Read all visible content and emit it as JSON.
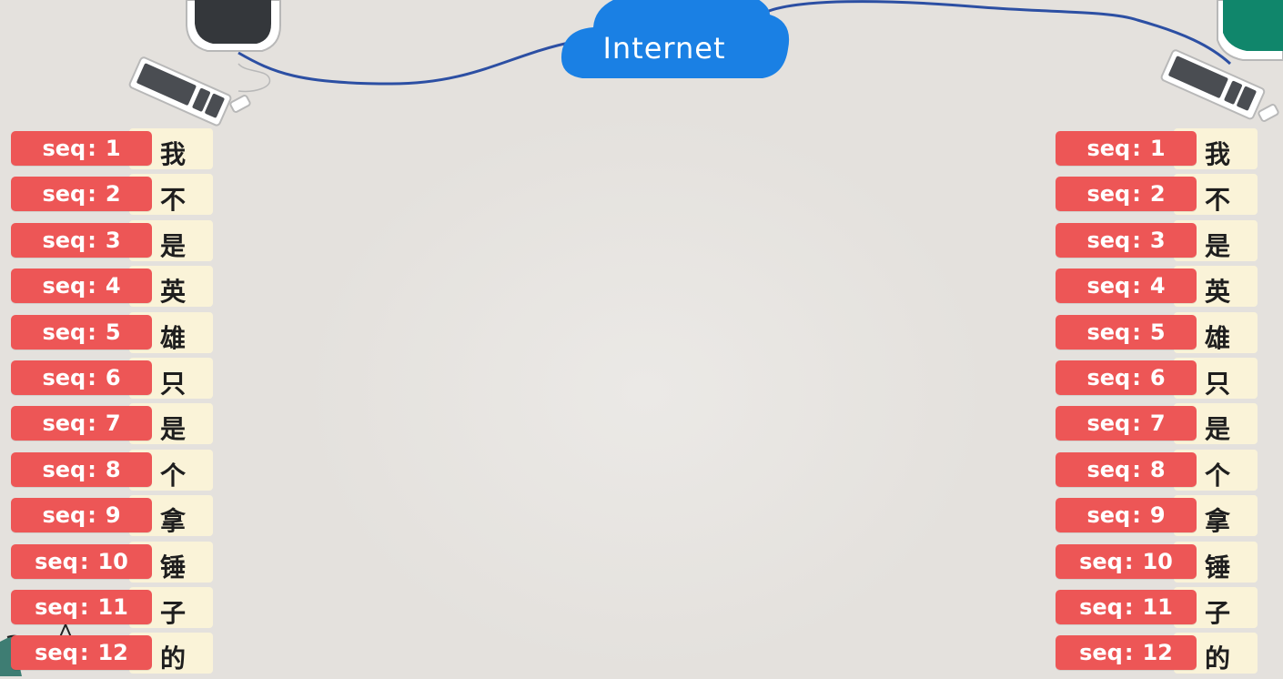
{
  "cloud": {
    "label": "Internet",
    "color": "#1a80e4"
  },
  "colors": {
    "seq_tag": "#ed5656",
    "char_box": "#faf3d8",
    "cable": "#2c4fa3",
    "left_monitor": "#34373b",
    "right_monitor": "#10866b",
    "background": "#e4e1dd"
  },
  "seq_prefix": "seq",
  "seq_separator": ":",
  "left_packets": [
    {
      "seq": "1",
      "char": "我"
    },
    {
      "seq": "2",
      "char": "不"
    },
    {
      "seq": "3",
      "char": "是"
    },
    {
      "seq": "4",
      "char": "英"
    },
    {
      "seq": "5",
      "char": "雄"
    },
    {
      "seq": "6",
      "char": "只"
    },
    {
      "seq": "7",
      "char": "是"
    },
    {
      "seq": "8",
      "char": "个"
    },
    {
      "seq": "9",
      "char": "拿"
    },
    {
      "seq": "10",
      "char": "锤"
    },
    {
      "seq": "11",
      "char": "子"
    },
    {
      "seq": "12",
      "char": "的"
    }
  ],
  "right_packets": [
    {
      "seq": "1",
      "char": "我"
    },
    {
      "seq": "2",
      "char": "不"
    },
    {
      "seq": "3",
      "char": "是"
    },
    {
      "seq": "4",
      "char": "英"
    },
    {
      "seq": "5",
      "char": "雄"
    },
    {
      "seq": "6",
      "char": "只"
    },
    {
      "seq": "7",
      "char": "是"
    },
    {
      "seq": "8",
      "char": "个"
    },
    {
      "seq": "9",
      "char": "拿"
    },
    {
      "seq": "10",
      "char": "锤"
    },
    {
      "seq": "11",
      "char": "子"
    },
    {
      "seq": "12",
      "char": "的"
    }
  ]
}
